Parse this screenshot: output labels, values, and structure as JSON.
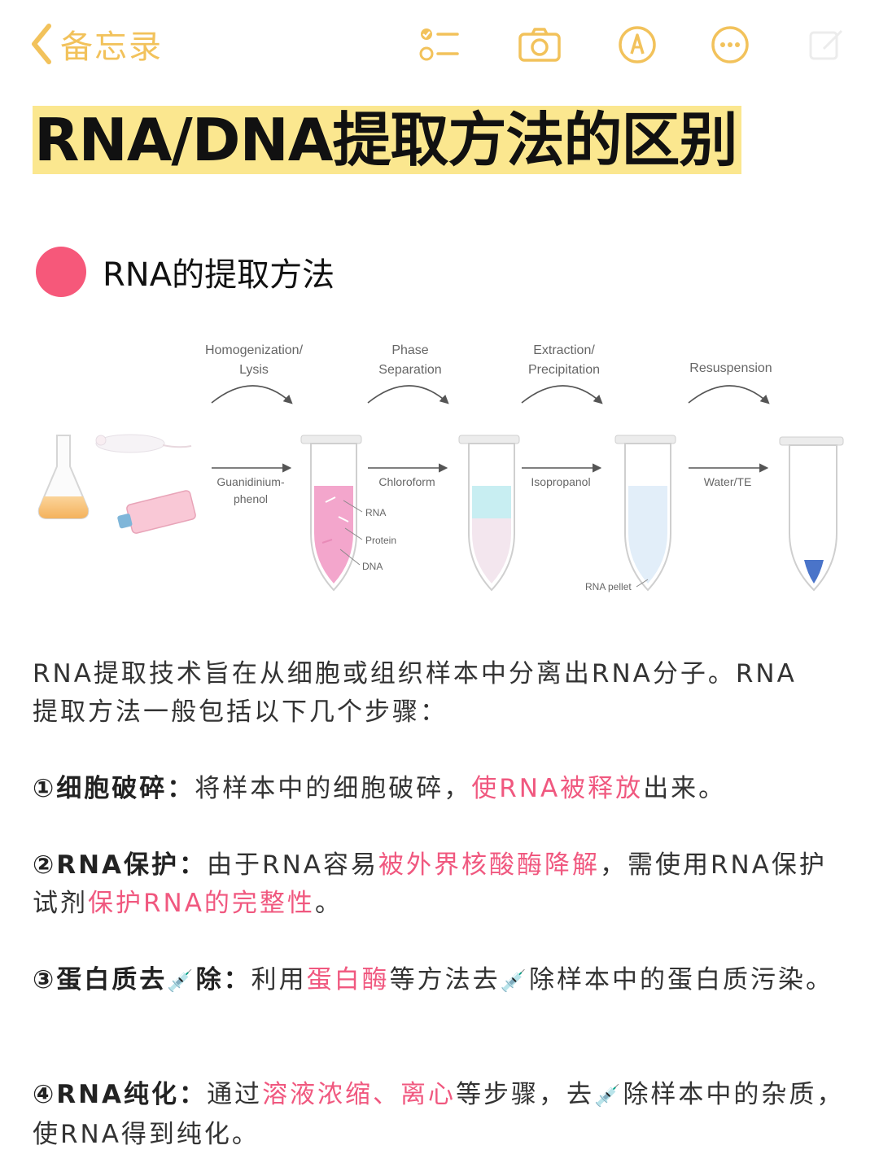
{
  "nav": {
    "back_label": "备忘录",
    "icons": [
      "checklist-icon",
      "camera-icon",
      "markup-pen-icon",
      "more-icon",
      "compose-icon"
    ],
    "accent": "#f2c25b"
  },
  "title": "RNA/DNA提取方法的区别",
  "section": {
    "title": "RNA的提取方法",
    "dot_color": "#f6587a"
  },
  "diagram": {
    "steps": [
      {
        "line1": "Homogenization/",
        "line2": "Lysis",
        "reagent1": "Guanidinium-",
        "reagent2": "phenol"
      },
      {
        "line1": "Phase",
        "line2": "Separation",
        "reagent1": "Chloroform",
        "reagent2": ""
      },
      {
        "line1": "Extraction/",
        "line2": "Precipitation",
        "reagent1": "Isopropanol",
        "reagent2": ""
      },
      {
        "line1": "Resuspension",
        "line2": "",
        "reagent1": "Water/TE",
        "reagent2": ""
      }
    ],
    "layer_labels": {
      "rna": "RNA",
      "protein": "Protein",
      "dna": "DNA",
      "pellet": "RNA pellet"
    }
  },
  "intro": {
    "line1": "RNA提取技术旨在从细胞或组织样本中分离出RNA分子。RNA",
    "line2": "提取方法一般包括以下几个步骤："
  },
  "steps": [
    {
      "heading": "①细胞破碎：",
      "pre": "将样本中的细胞破碎，",
      "hl": "使RNA被释放",
      "post": "出来。"
    },
    {
      "heading": "②RNA保护：",
      "pre": "由于RNA容易",
      "hl": "被外界核酸酶降解",
      "mid": "，需使用RNA保护试剂",
      "hl2": "保护RNA的完整性",
      "post": "。"
    },
    {
      "heading_a": "③蛋白质去",
      "heading_b": "除：",
      "pre": "利用",
      "hl": "蛋白酶",
      "mid": "等方法去",
      "post": "除样本中的蛋白质污染。"
    },
    {
      "heading": "④RNA纯化：",
      "pre": "通过",
      "hl": "溶液浓缩、离心",
      "mid": "等步骤，去",
      "post": "除样本中的杂质，使RNA得到纯化。"
    }
  ],
  "syringe": "💉"
}
